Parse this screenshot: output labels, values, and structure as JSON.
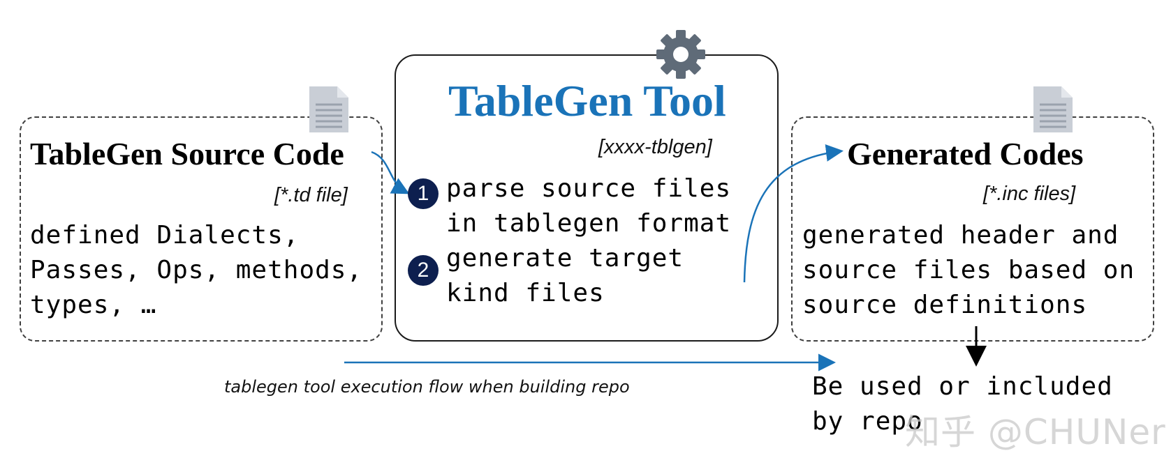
{
  "source": {
    "title": "TableGen Source Code",
    "tag": "[*.td file]",
    "body": "defined Dialects,\nPasses, Ops, methods,\ntypes, …",
    "icon": "document-icon"
  },
  "tool": {
    "title": "TableGen Tool",
    "tag": "[xxxx-tblgen]",
    "icon": "gear-icon",
    "steps": [
      {
        "num": "1",
        "text": "parse source files\nin tablegen format"
      },
      {
        "num": "2",
        "text": "generate target\nkind files"
      }
    ]
  },
  "generated": {
    "title": "Generated Codes",
    "tag": "[*.inc files]",
    "body": "generated header and\nsource files based on\nsource definitions",
    "icon": "document-icon"
  },
  "flow_caption": "tablegen tool execution flow when building repo",
  "usage_text": "Be used or included\nby repo",
  "watermark": "知乎 @CHUNer",
  "colors": {
    "accent": "#1a73b8",
    "badge": "#0d1f4f",
    "icon_gray": "#c9ced6",
    "gear": "#5f6b78"
  }
}
